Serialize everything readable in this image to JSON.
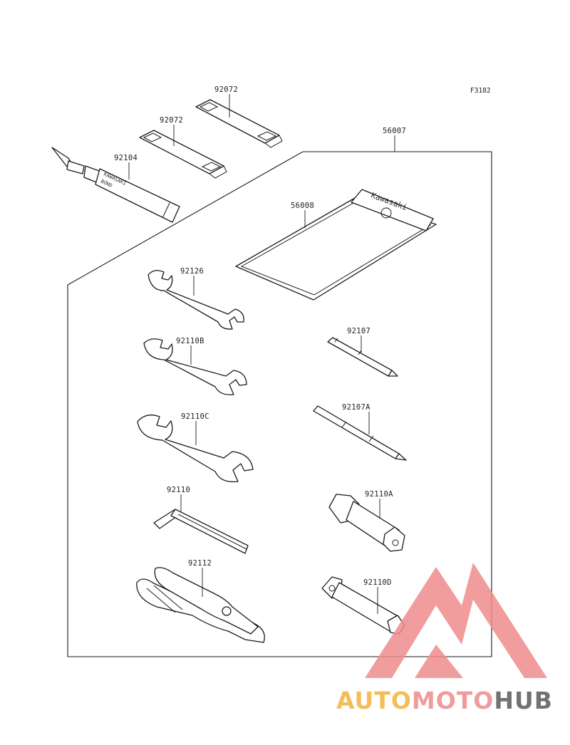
{
  "figure_code": "F3182",
  "parts": [
    {
      "id": "p56007",
      "number": "56007"
    },
    {
      "id": "p56008",
      "number": "56008"
    },
    {
      "id": "p92072a",
      "number": "92072"
    },
    {
      "id": "p92072b",
      "number": "92072"
    },
    {
      "id": "p92104",
      "number": "92104"
    },
    {
      "id": "p92126",
      "number": "92126"
    },
    {
      "id": "p92110B",
      "number": "92110B"
    },
    {
      "id": "p92110C",
      "number": "92110C"
    },
    {
      "id": "p92110",
      "number": "92110"
    },
    {
      "id": "p92112",
      "number": "92112"
    },
    {
      "id": "p92107",
      "number": "92107"
    },
    {
      "id": "p92107A",
      "number": "92107A"
    },
    {
      "id": "p92110A",
      "number": "92110A"
    },
    {
      "id": "p92110D",
      "number": "92110D"
    }
  ],
  "tube_print": {
    "line1": "KAWASAKI",
    "line2": "BOND"
  },
  "pouch_print": "Kawasaki",
  "watermark": {
    "part1": "AUTO",
    "part2": "MOTO",
    "part3": "HUB",
    "colors": {
      "triangle": "#f08c8c",
      "auto": "#f2b33d",
      "moto": "#ee8b8b",
      "hub": "#5a5a5a"
    }
  }
}
